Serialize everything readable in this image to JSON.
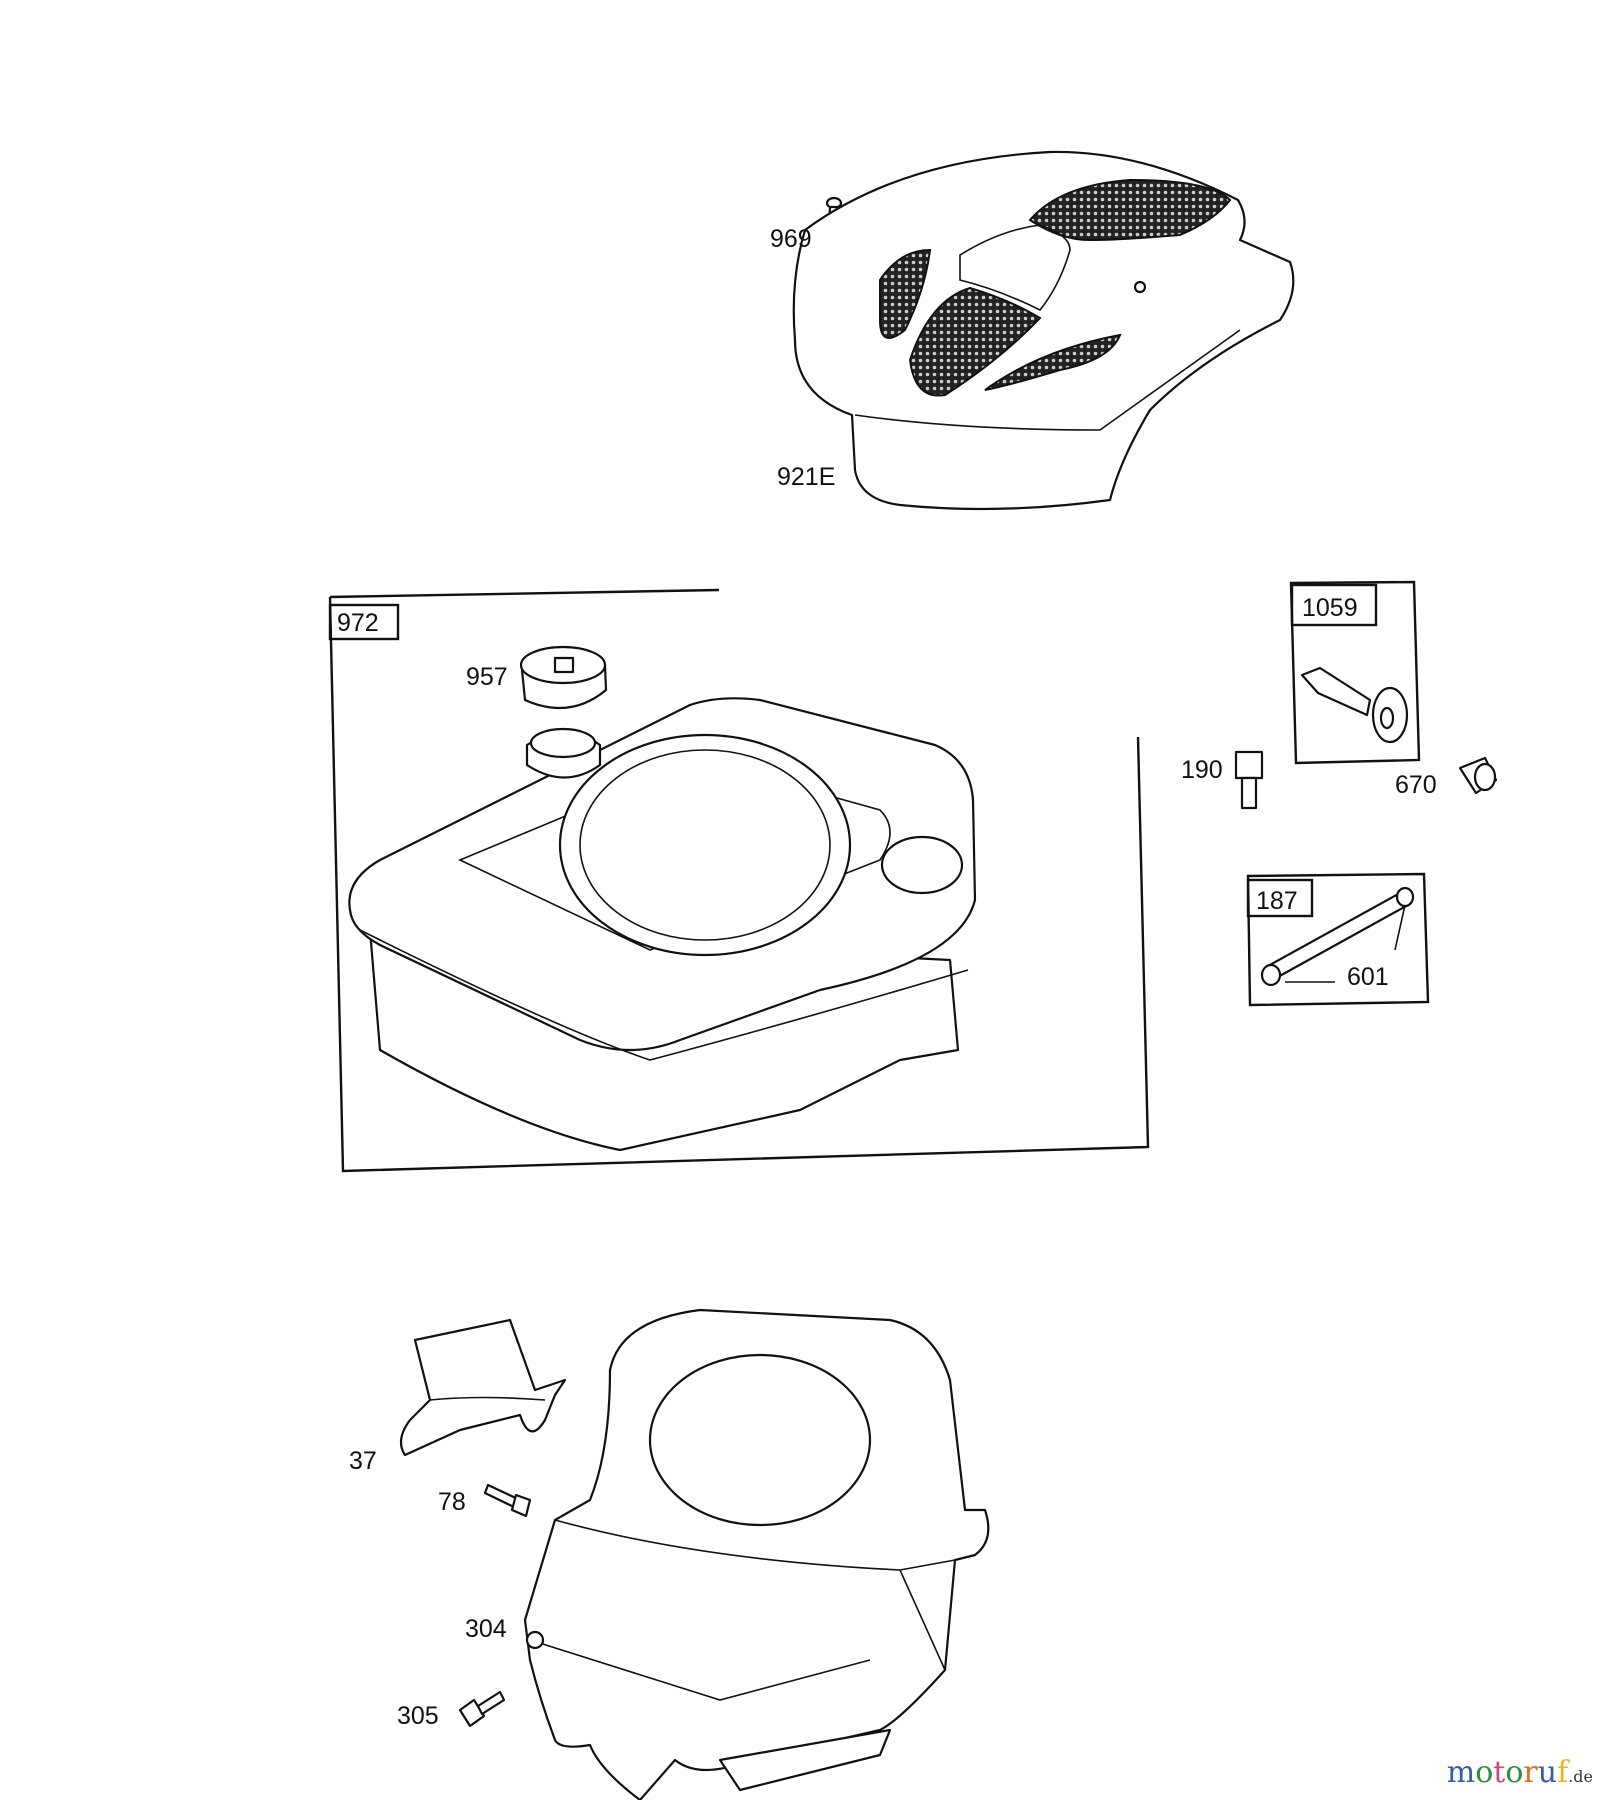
{
  "diagram": {
    "parts": {
      "p969": "969",
      "p921E": "921E",
      "p972": "972",
      "p957": "957",
      "p1059": "1059",
      "p190": "190",
      "p670": "670",
      "p187": "187",
      "p601": "601",
      "p37": "37",
      "p78": "78",
      "p304": "304",
      "p305": "305"
    }
  },
  "watermark": {
    "letters": [
      "m",
      "o",
      "t",
      "o",
      "r",
      "u",
      "f"
    ],
    "colors": [
      "#3b5ba8",
      "#2f8f3a",
      "#e0407a",
      "#2f8f3a",
      "#e0701f",
      "#3b5ba8",
      "#e6b81c"
    ],
    "suffix": ".de"
  }
}
